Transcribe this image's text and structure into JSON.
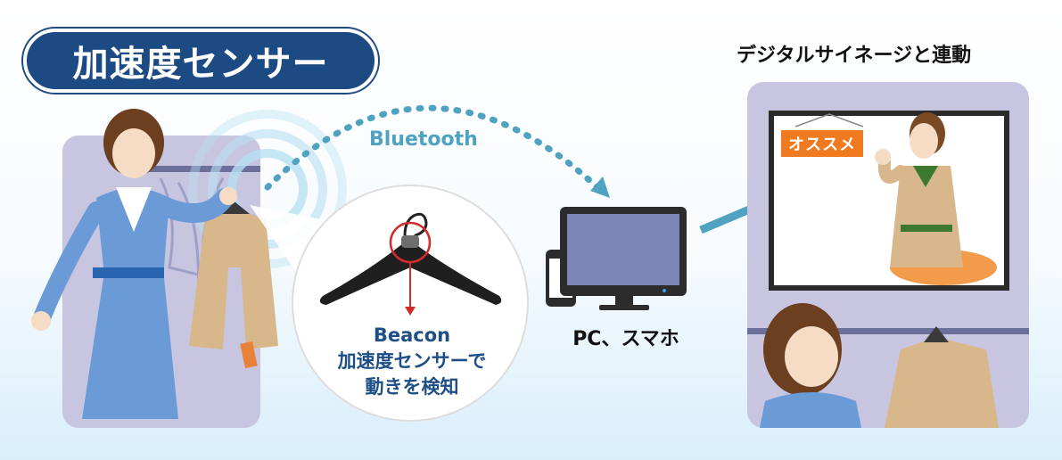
{
  "title": "加速度センサー",
  "signage_title": "デジタルサイネージと連動",
  "bluetooth_label": "Bluetooth",
  "beacon_lines": [
    "Beacon",
    "加速度センサーで",
    "動きを検知"
  ],
  "pc_label": "PC、スマホ",
  "signage_tag": "オススメ",
  "colors": {
    "title_bg": "#1c4a82",
    "accent_blue": "#4fa3c0",
    "beacon_text": "#1d4f86",
    "tag_orange": "#f07a1f",
    "panel_lavender": "#c7c5e0"
  }
}
